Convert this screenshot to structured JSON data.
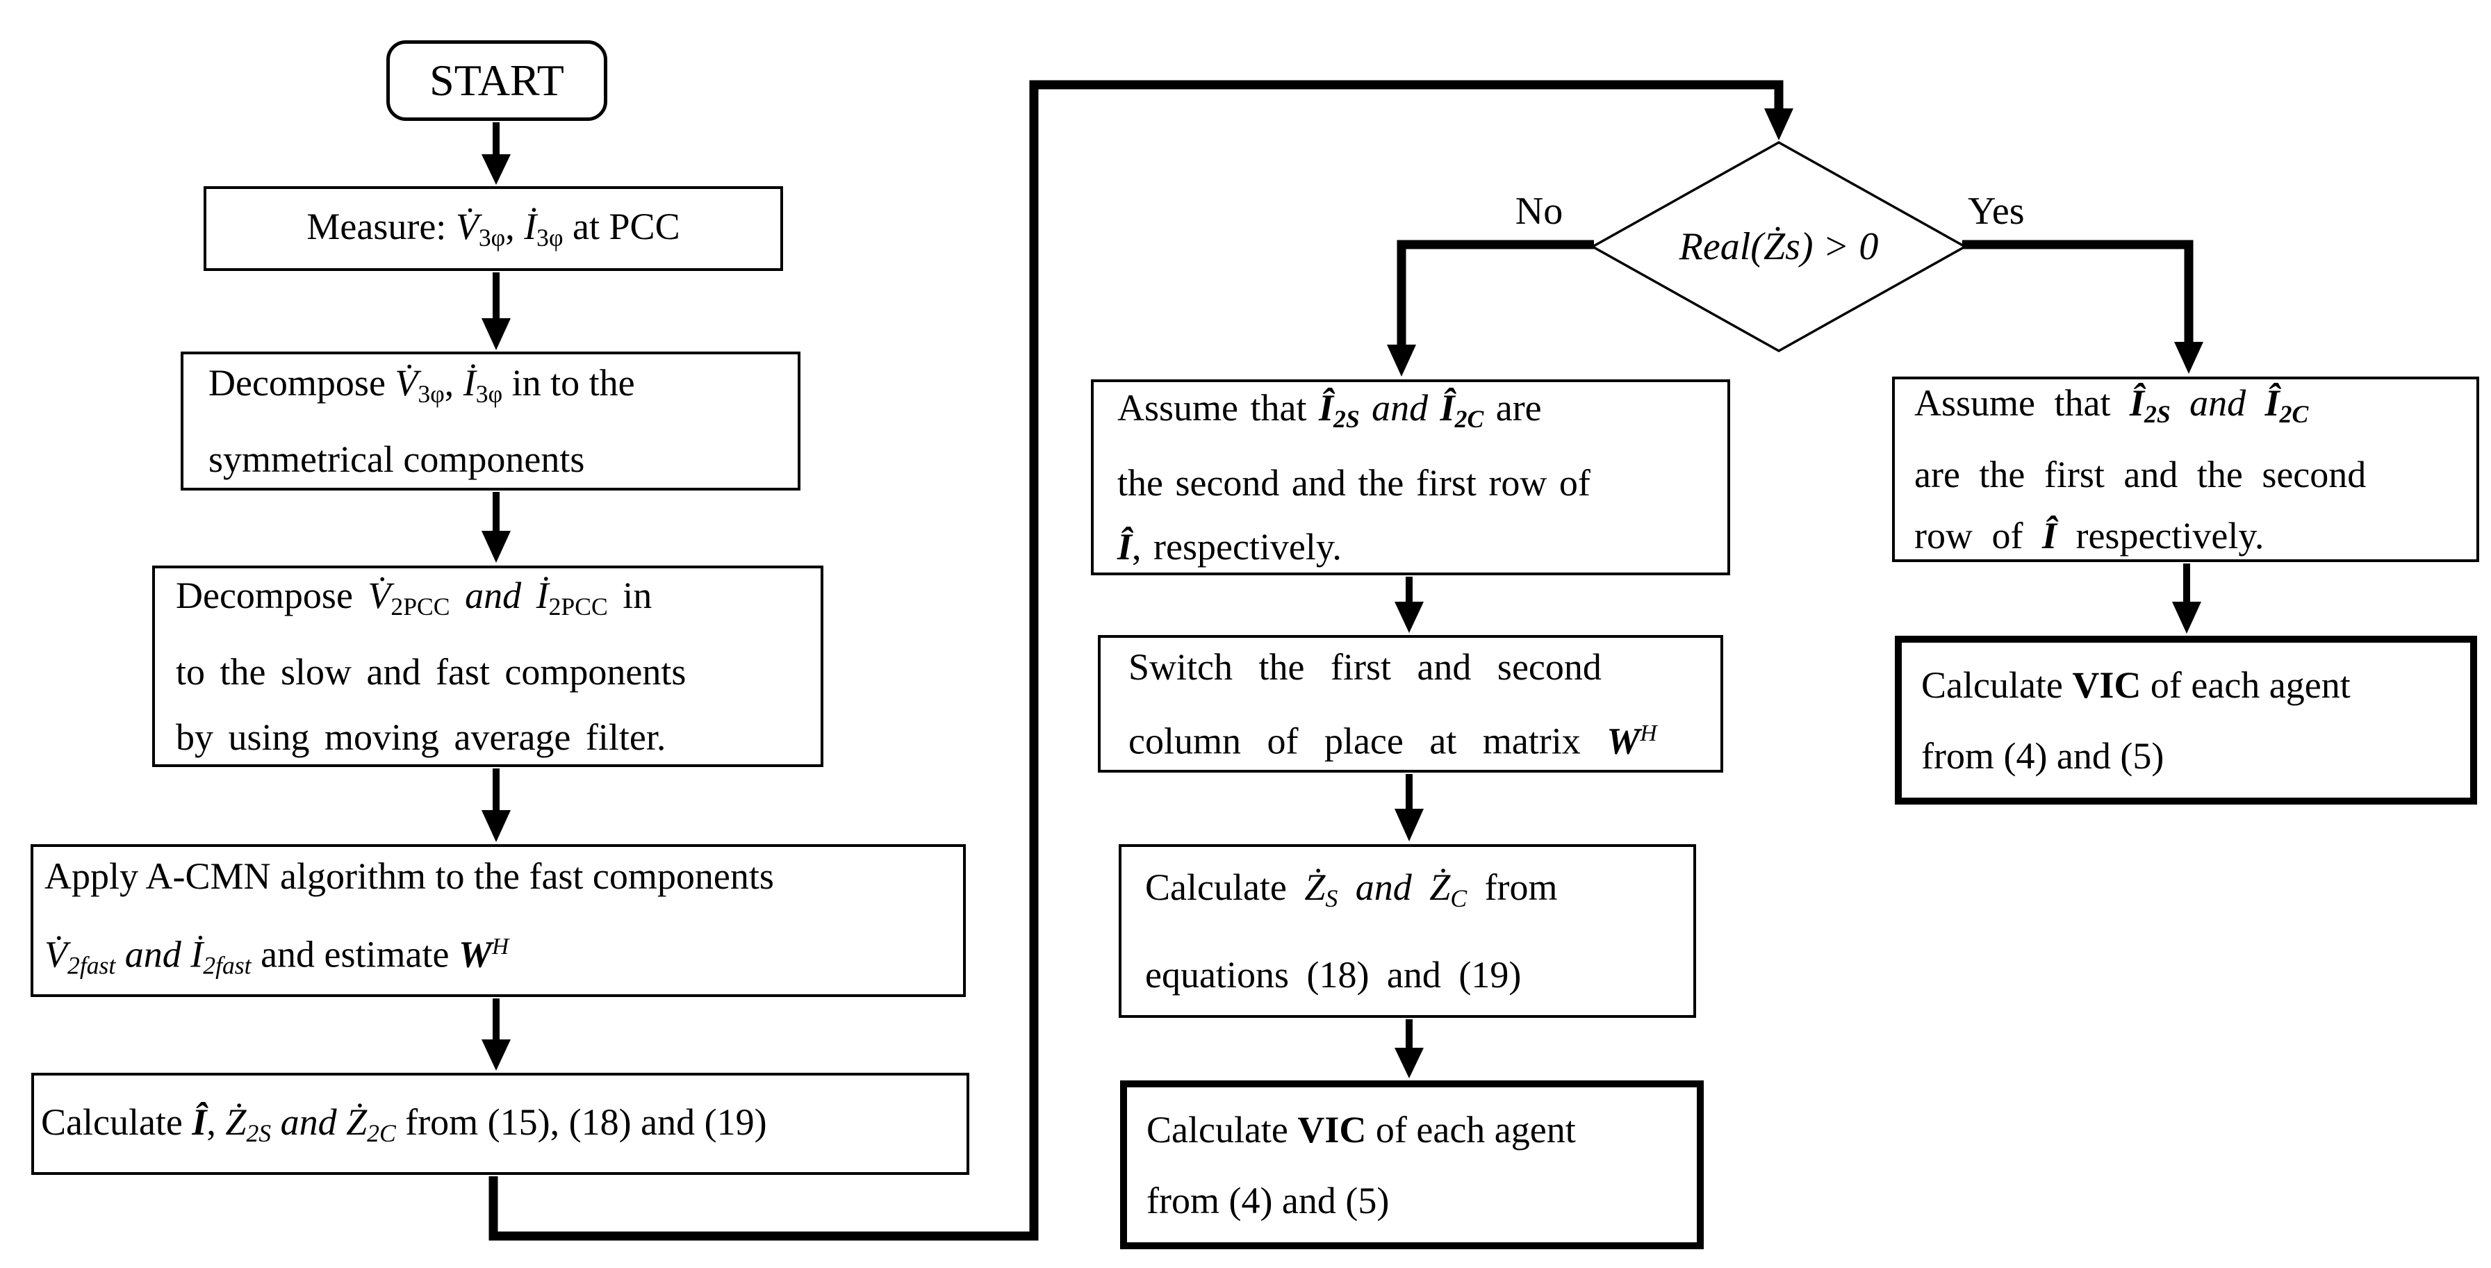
{
  "figure": {
    "type": "flowchart",
    "title": "VIC estimation algorithm flowchart",
    "colors": {
      "line": "#000000",
      "background": "#ffffff",
      "text": "#000000"
    }
  },
  "nodes": {
    "start": {
      "kind": "terminator",
      "label": [
        {
          "t": "START"
        }
      ]
    },
    "measure": {
      "kind": "process",
      "label": [
        {
          "t": "Measure: "
        },
        {
          "t": "V̇",
          "i": 1
        },
        {
          "t": "3φ",
          "sub": 1
        },
        {
          "t": ", "
        },
        {
          "t": "İ",
          "i": 1
        },
        {
          "t": "3φ",
          "sub": 1
        },
        {
          "t": " at PCC"
        }
      ]
    },
    "decompose_sym": {
      "kind": "process",
      "label": [
        {
          "t": "Decompose "
        },
        {
          "t": "V̇",
          "i": 1
        },
        {
          "t": "3φ",
          "sub": 1
        },
        {
          "t": ", "
        },
        {
          "t": "İ",
          "i": 1
        },
        {
          "t": "3φ",
          "sub": 1
        },
        {
          "t": " in to the"
        },
        {
          "br": 1
        },
        {
          "t": "symmetrical components"
        }
      ]
    },
    "decompose_slowfast": {
      "kind": "process",
      "label": [
        {
          "t": "Decompose "
        },
        {
          "t": "V̇",
          "i": 1
        },
        {
          "t": "2PCC",
          "sub": 1
        },
        {
          "t": " "
        },
        {
          "t": "and",
          "i": 1
        },
        {
          "t": " "
        },
        {
          "t": "İ",
          "i": 1
        },
        {
          "t": "2PCC",
          "sub": 1
        },
        {
          "t": "  in"
        },
        {
          "br": 1
        },
        {
          "t": "to the slow and fast components"
        },
        {
          "br": 1
        },
        {
          "t": "by using moving average filter."
        }
      ]
    },
    "apply_acmn": {
      "kind": "process",
      "label": [
        {
          "t": "Apply A-CMN algorithm to the fast components"
        },
        {
          "br": 1
        },
        {
          "t": "V̇",
          "i": 1
        },
        {
          "t": "2fast",
          "sub": 1,
          "i": 1
        },
        {
          "t": " "
        },
        {
          "t": "and",
          "i": 1
        },
        {
          "t": " "
        },
        {
          "t": "İ",
          "i": 1
        },
        {
          "t": "2fast",
          "sub": 1,
          "i": 1
        },
        {
          "t": " and estimate "
        },
        {
          "t": "W",
          "i": 1,
          "b": 1
        },
        {
          "t": "H",
          "sup": 1,
          "i": 1
        }
      ]
    },
    "calculate_z": {
      "kind": "process",
      "label": [
        {
          "t": "Calculate  "
        },
        {
          "t": "Î",
          "i": 1,
          "b": 1
        },
        {
          "t": ", "
        },
        {
          "t": "Ż",
          "i": 1
        },
        {
          "t": "2S",
          "sub": 1,
          "i": 1
        },
        {
          "t": " "
        },
        {
          "t": "and",
          "i": 1
        },
        {
          "t": " "
        },
        {
          "t": "Ż",
          "i": 1
        },
        {
          "t": "2C",
          "sub": 1,
          "i": 1
        },
        {
          "t": " from (15), (18) and (19)"
        }
      ]
    },
    "decision": {
      "kind": "decision",
      "label": [
        {
          "t": "Real(Żs) > 0",
          "i": 1
        }
      ]
    },
    "assume_no": {
      "kind": "process",
      "label": [
        {
          "t": "Assume that "
        },
        {
          "t": "Î",
          "i": 1,
          "b": 1
        },
        {
          "t": "2S",
          "sub": 1,
          "i": 1,
          "b": 1
        },
        {
          "t": " "
        },
        {
          "t": "and",
          "i": 1
        },
        {
          "t": " "
        },
        {
          "t": "Î",
          "i": 1,
          "b": 1
        },
        {
          "t": "2C",
          "sub": 1,
          "i": 1,
          "b": 1
        },
        {
          "t": "  are"
        },
        {
          "br": 1
        },
        {
          "t": "the second and the first row of"
        },
        {
          "br": 1
        },
        {
          "t": "Î",
          "i": 1,
          "b": 1
        },
        {
          "t": ", respectively."
        }
      ]
    },
    "switch_columns": {
      "kind": "process",
      "label": [
        {
          "t": "Switch the first and second"
        },
        {
          "br": 1
        },
        {
          "t": "column of place at matrix "
        },
        {
          "t": "W",
          "i": 1,
          "b": 1
        },
        {
          "t": "H",
          "sup": 1,
          "i": 1
        }
      ]
    },
    "calculate_zs_zc": {
      "kind": "process",
      "label": [
        {
          "t": "Calculate  "
        },
        {
          "t": "Ż",
          "i": 1
        },
        {
          "t": "S",
          "sub": 1,
          "i": 1
        },
        {
          "t": " "
        },
        {
          "t": "and",
          "i": 1
        },
        {
          "t": " "
        },
        {
          "t": "Ż",
          "i": 1
        },
        {
          "t": "C",
          "sub": 1,
          "i": 1
        },
        {
          "t": "  from"
        },
        {
          "br": 1
        },
        {
          "t": "equations (18) and (19)"
        }
      ]
    },
    "vic_no": {
      "kind": "process-emphasis",
      "label": [
        {
          "t": "Calculate "
        },
        {
          "t": "VIC",
          "b": 1
        },
        {
          "t": " of each agent"
        },
        {
          "br": 1
        },
        {
          "t": "from (4) and (5)"
        }
      ]
    },
    "assume_yes": {
      "kind": "process",
      "label": [
        {
          "t": "Assume that "
        },
        {
          "t": "Î",
          "i": 1,
          "b": 1
        },
        {
          "t": "2S",
          "sub": 1,
          "i": 1,
          "b": 1
        },
        {
          "t": " "
        },
        {
          "t": "and",
          "i": 1
        },
        {
          "t": " "
        },
        {
          "t": "Î",
          "i": 1,
          "b": 1
        },
        {
          "t": "2C",
          "sub": 1,
          "i": 1,
          "b": 1
        },
        {
          "br": 1
        },
        {
          "t": "are the first and the second"
        },
        {
          "br": 1
        },
        {
          "t": "row of "
        },
        {
          "t": "Î",
          "i": 1,
          "b": 1
        },
        {
          "t": " respectively."
        }
      ]
    },
    "vic_yes": {
      "kind": "process-emphasis",
      "label": [
        {
          "t": "Calculate "
        },
        {
          "t": "VIC",
          "b": 1
        },
        {
          "t": " of each agent"
        },
        {
          "br": 1
        },
        {
          "t": "from (4) and (5)"
        }
      ]
    }
  },
  "edges": {
    "no": "No",
    "yes": "Yes"
  }
}
